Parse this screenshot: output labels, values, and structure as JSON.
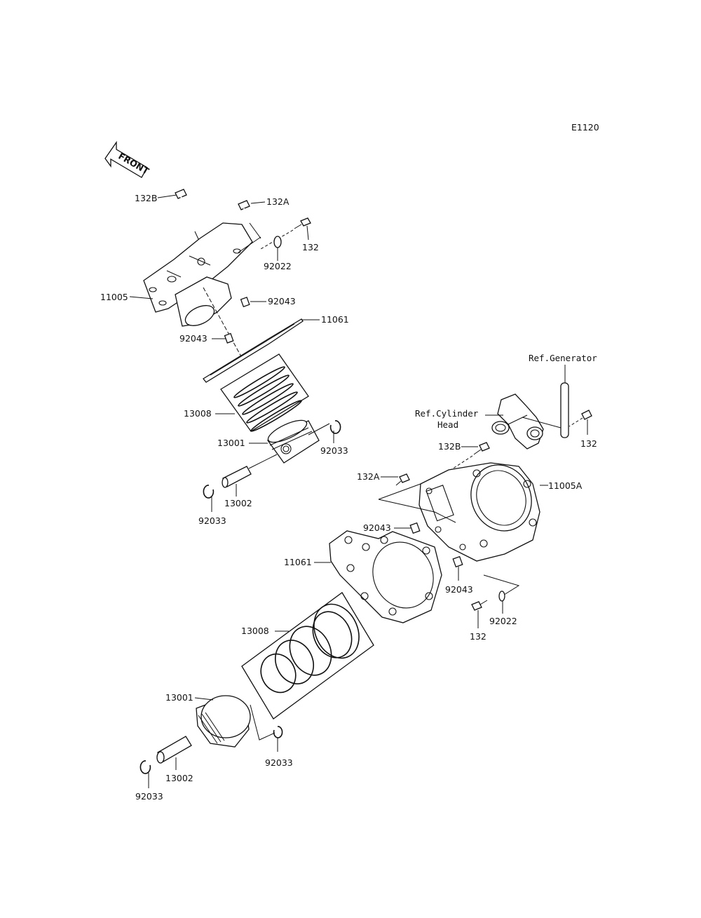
{
  "diagram_code": "E1120",
  "front_label": "FRONT",
  "labels": {
    "p132B_top": "132B",
    "p132A_top": "132A",
    "p132_top": "132",
    "p92022_top": "92022",
    "p11005": "11005",
    "p92043_top_r": "92043",
    "p11061_top": "11061",
    "p92043_top_l": "92043",
    "p13008_top": "13008",
    "p13001_top": "13001",
    "p92033_top_r": "92033",
    "p13002_top": "13002",
    "p92033_top_l": "92033",
    "ref_generator": "Ref.Generator",
    "ref_cyl_head_1": "Ref.Cylinder",
    "ref_cyl_head_2": "Head",
    "p132_right": "132",
    "p132B_bottom": "132B",
    "p132A_bottom": "132A",
    "p11005A": "11005A",
    "p92043_bottom_l": "92043",
    "p11061_bottom": "11061",
    "p92043_bottom_r": "92043",
    "p132_bottom": "132",
    "p92022_bottom": "92022",
    "p13008_bottom": "13008",
    "p13001_bottom": "13001",
    "p92033_bottom_r": "92033",
    "p13002_bottom": "13002",
    "p92033_bottom_l": "92033"
  }
}
